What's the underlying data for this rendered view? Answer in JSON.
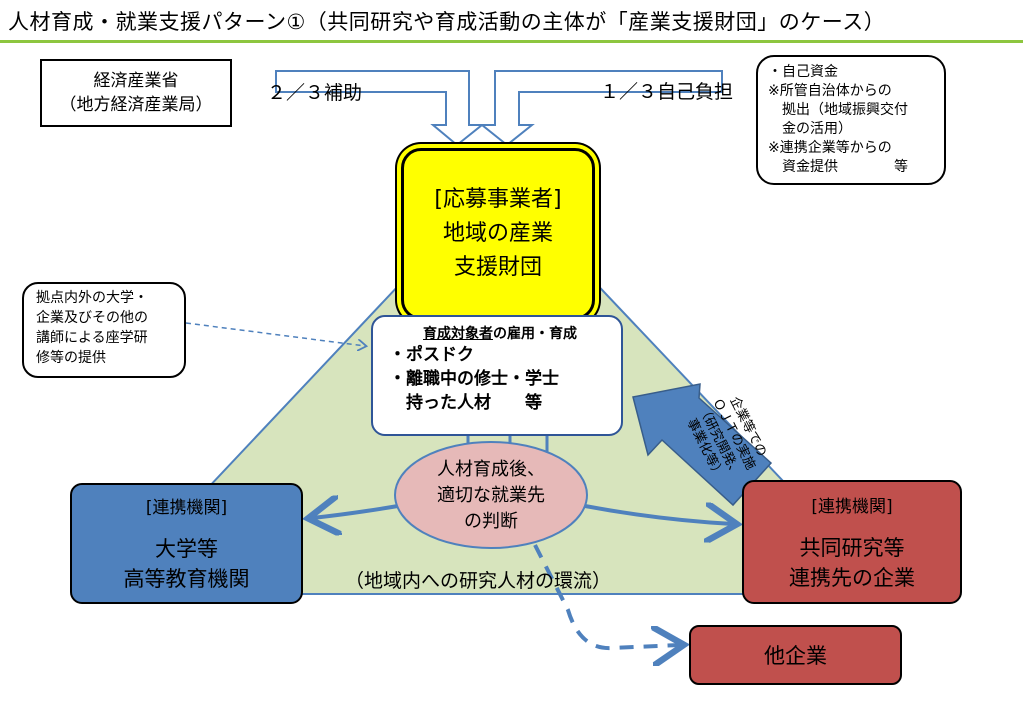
{
  "title": "人材育成・就業支援パターン①（共同研究や育成活動の主体が「産業支援財団」のケース）",
  "ministry": {
    "line1": "経済産業省",
    "line2": "（地方経済産業局）"
  },
  "subsidy_label": "２／３補助",
  "self_burden_label": "１／３自己負担",
  "funding": {
    "lines": [
      "・自己資金",
      "※所管自治体からの",
      "　拠出（地域振興交付",
      "　金の活用）",
      "※連携企業等からの",
      "　資金提供　　　　等"
    ]
  },
  "foundation": {
    "line1": "[応募事業者]",
    "line2": "地域の産業",
    "line3": "支援財団"
  },
  "lecturers": {
    "lines": [
      "拠点内外の大学・",
      "企業及びその他の",
      "講師による座学研",
      "修等の提供"
    ]
  },
  "trainees": {
    "header_underlined": "育成対象者",
    "header_rest": "の雇用・育成",
    "items": [
      "・ポスドク",
      "・離職中の修士・学士",
      "　持った人材　　等"
    ]
  },
  "university": {
    "tag": "[連携機関]",
    "line1": "大学等",
    "line2": "高等教育機関"
  },
  "corporation": {
    "tag": "[連携機関]",
    "line1": "共同研究等",
    "line2": "連携先の企業"
  },
  "other_company": "他企業",
  "judgement": {
    "line1": "人材育成後、",
    "line2": "適切な就業先",
    "line3": "の判断"
  },
  "circulation": "（地域内への研究人材の環流）",
  "ojt": {
    "line1": "企業等での",
    "line2": "ＯＪＴの実施",
    "line3": "（研究開発、",
    "line4": "事業化等）"
  },
  "colors": {
    "accent_green": "#8dc63f",
    "triangle_fill": "#d7e4bd",
    "foundation_yellow": "#ffff00",
    "university_blue": "#4f81bd",
    "corporation_red": "#c0504d",
    "judgement_pink": "#e6b9b8",
    "arrow_blue": "#4f81bd"
  }
}
